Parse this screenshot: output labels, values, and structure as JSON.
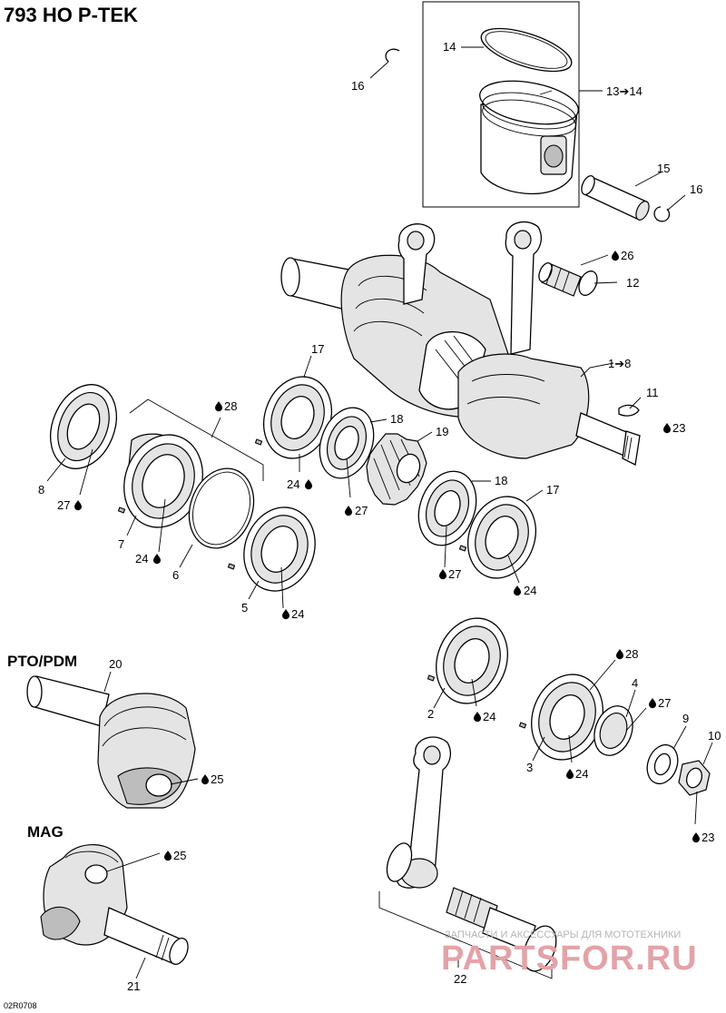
{
  "title": "793 HO P-TEK",
  "sections": {
    "pto": "PTO/PDM",
    "mag": "MAG"
  },
  "drawing_code": "02R0708",
  "watermark": {
    "line1": "ЗАПЧАСТИ И АКСЕССУАРЫ ДЛЯ МОТОТЕХНИКИ",
    "line2": "PARTSFOR.RU"
  },
  "callouts": [
    {
      "id": "c14",
      "text": "14"
    },
    {
      "id": "c13",
      "text": "13➔14"
    },
    {
      "id": "c16a",
      "text": "16"
    },
    {
      "id": "c15",
      "text": "15"
    },
    {
      "id": "c16b",
      "text": "16"
    },
    {
      "id": "c26",
      "text": "26"
    },
    {
      "id": "c12",
      "text": "12"
    },
    {
      "id": "c1",
      "text": "1➔8"
    },
    {
      "id": "c11",
      "text": "11"
    },
    {
      "id": "c23a",
      "text": "23"
    },
    {
      "id": "c17a",
      "text": "17"
    },
    {
      "id": "c28a",
      "text": "28"
    },
    {
      "id": "c18a",
      "text": "18"
    },
    {
      "id": "c19",
      "text": "19"
    },
    {
      "id": "c18b",
      "text": "18"
    },
    {
      "id": "c17b",
      "text": "17"
    },
    {
      "id": "c8",
      "text": "8"
    },
    {
      "id": "c27a",
      "text": "27"
    },
    {
      "id": "c24a",
      "text": "24"
    },
    {
      "id": "c27b",
      "text": "27"
    },
    {
      "id": "c7",
      "text": "7"
    },
    {
      "id": "c24b",
      "text": "24"
    },
    {
      "id": "c6",
      "text": "6"
    },
    {
      "id": "c27c",
      "text": "27"
    },
    {
      "id": "c24c",
      "text": "24"
    },
    {
      "id": "c5",
      "text": "5"
    },
    {
      "id": "c24d",
      "text": "24"
    },
    {
      "id": "c20",
      "text": "20"
    },
    {
      "id": "c25a",
      "text": "25"
    },
    {
      "id": "c25b",
      "text": "25"
    },
    {
      "id": "c21",
      "text": "21"
    },
    {
      "id": "c28b",
      "text": "28"
    },
    {
      "id": "c4",
      "text": "4"
    },
    {
      "id": "c27d",
      "text": "27"
    },
    {
      "id": "c2",
      "text": "2"
    },
    {
      "id": "c24e",
      "text": "24"
    },
    {
      "id": "c9",
      "text": "9"
    },
    {
      "id": "c10",
      "text": "10"
    },
    {
      "id": "c3",
      "text": "3"
    },
    {
      "id": "c24f",
      "text": "24"
    },
    {
      "id": "c23b",
      "text": "23"
    },
    {
      "id": "c22",
      "text": "22"
    }
  ]
}
